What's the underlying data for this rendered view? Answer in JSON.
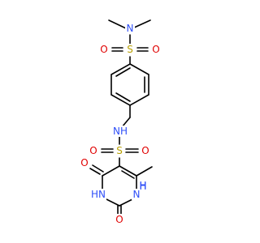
{
  "structure": {
    "atom_colors": {
      "N": "#3050F8",
      "S": "#B8A000",
      "O": "#E00000",
      "C": "#000000"
    },
    "atoms": [
      {
        "id": "n1",
        "text": "N",
        "element": "N"
      },
      {
        "id": "s1",
        "text": "S",
        "element": "S"
      },
      {
        "id": "o1",
        "text": "O",
        "element": "O"
      },
      {
        "id": "o2",
        "text": "O",
        "element": "O"
      },
      {
        "id": "nh1",
        "text": "NH",
        "element": "N"
      },
      {
        "id": "s2",
        "text": "S",
        "element": "S"
      },
      {
        "id": "o3",
        "text": "O",
        "element": "O"
      },
      {
        "id": "o4",
        "text": "O",
        "element": "O"
      },
      {
        "id": "o5",
        "text": "O",
        "element": "O"
      },
      {
        "id": "hn3",
        "text": "HN",
        "element": "N"
      },
      {
        "id": "h1",
        "text": "H",
        "element": "N"
      },
      {
        "id": "n1r",
        "text": "N",
        "element": "N"
      },
      {
        "id": "o6",
        "text": "O",
        "element": "O"
      },
      {
        "id": "h2",
        "text": "H",
        "element": "N"
      },
      {
        "id": "n2r",
        "text": "N",
        "element": "N"
      }
    ]
  }
}
